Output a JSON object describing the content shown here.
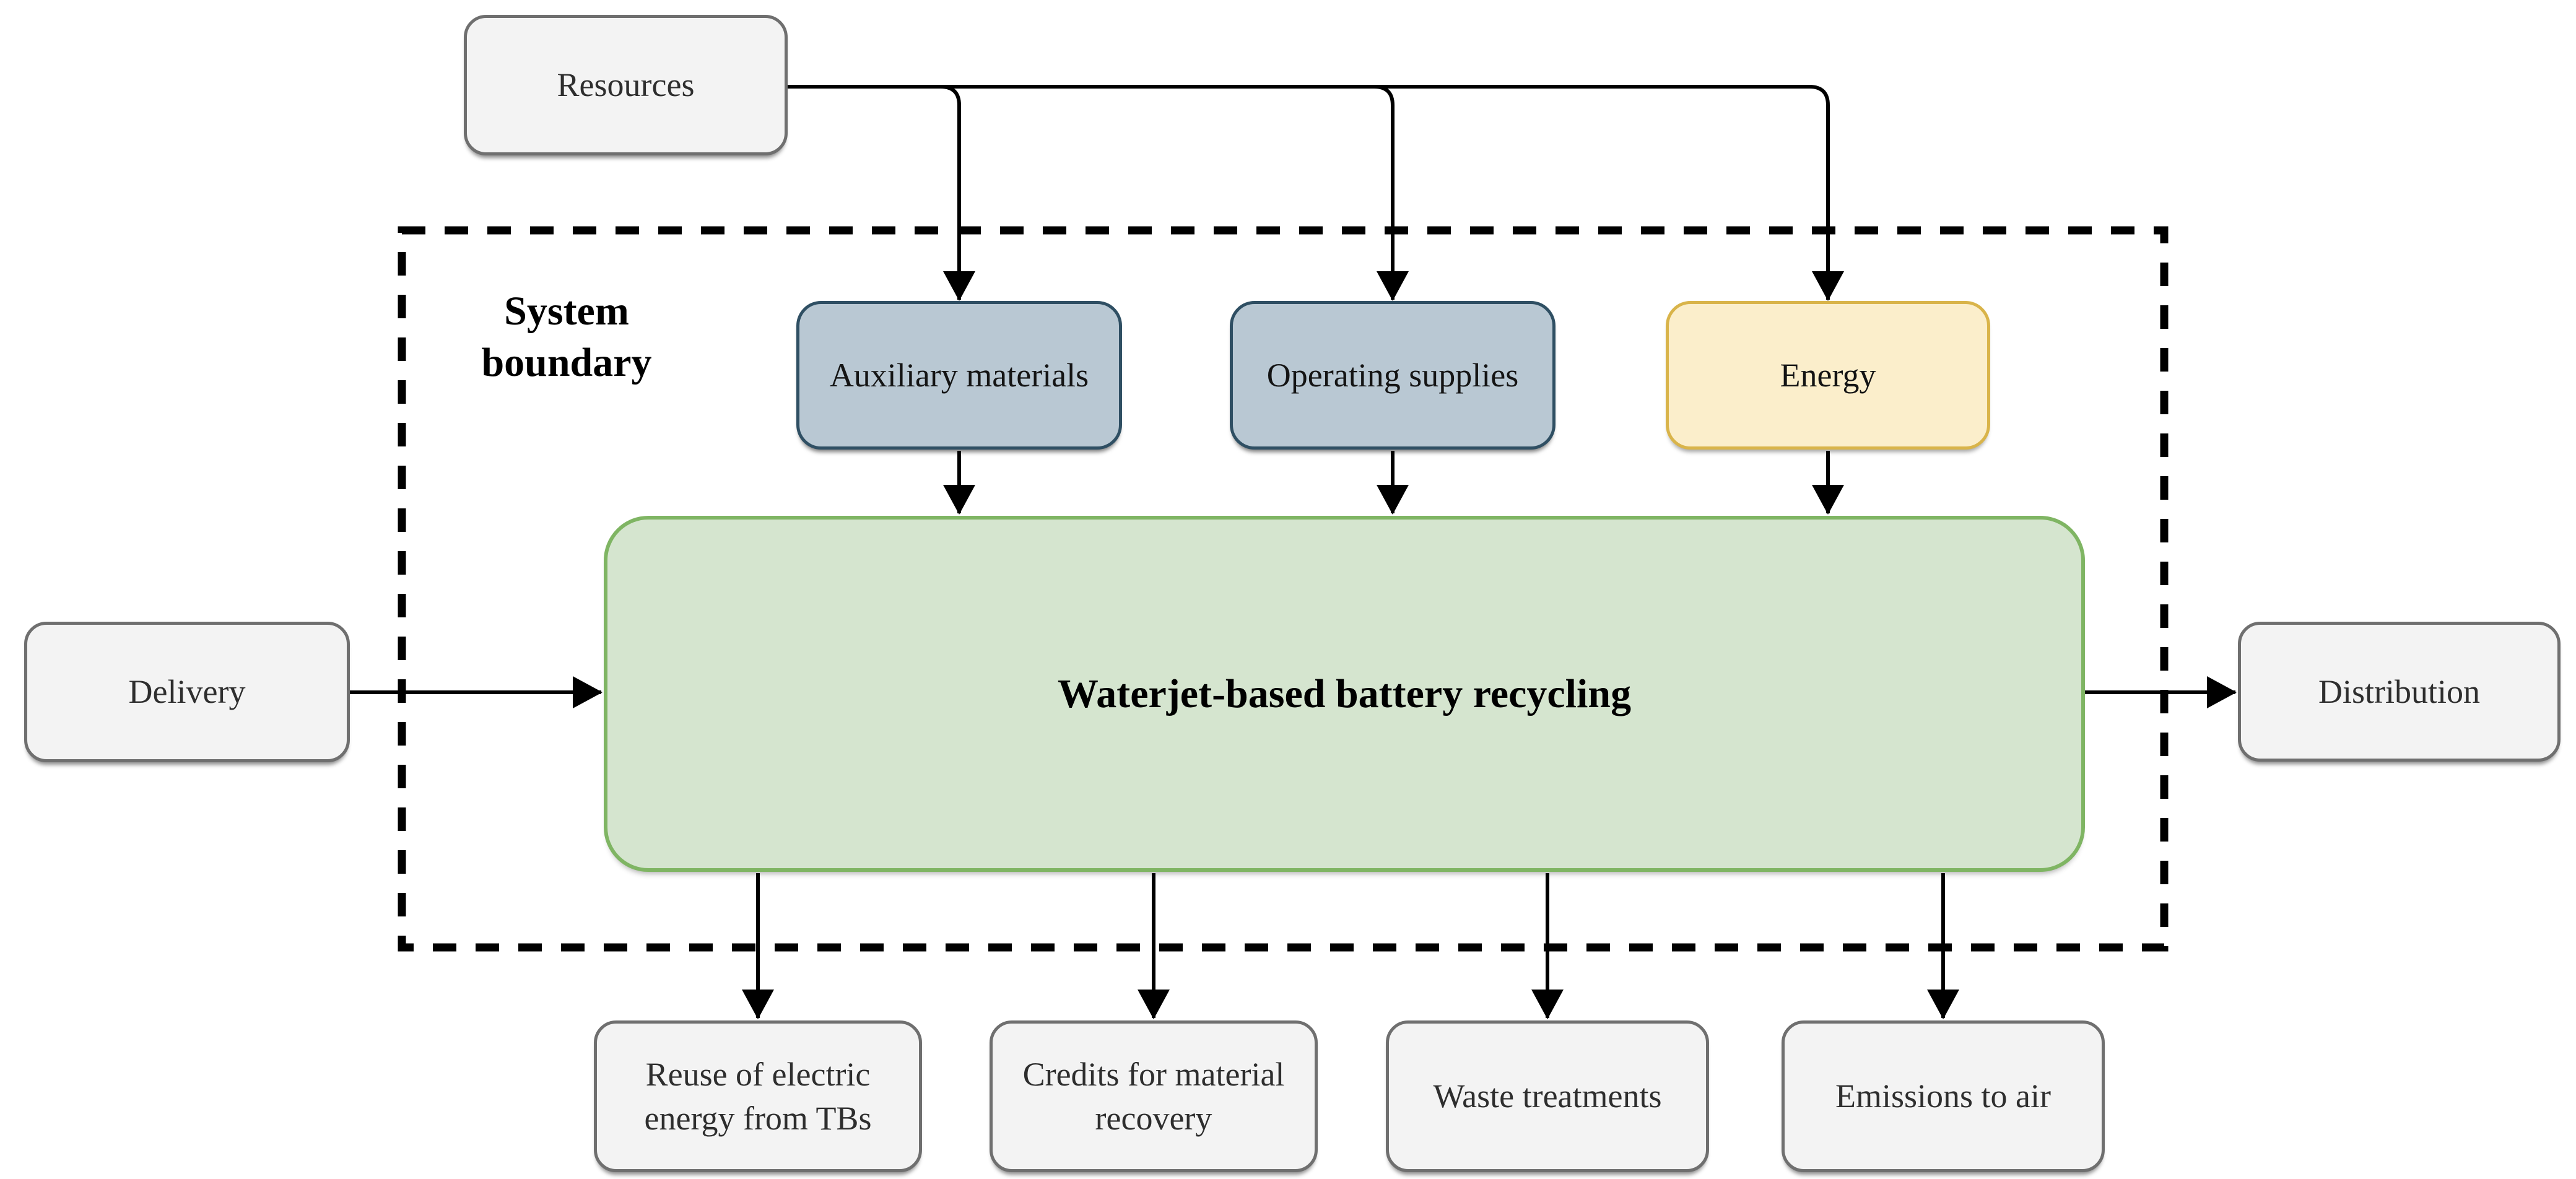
{
  "diagram": {
    "labels": {
      "system_boundary": "System\nboundary",
      "process_title": "Waterjet-based battery recycling"
    },
    "nodes": {
      "resources": "Resources",
      "auxiliary_materials": "Auxiliary materials",
      "operating_supplies": "Operating supplies",
      "energy": "Energy",
      "delivery": "Delivery",
      "distribution": "Distribution",
      "reuse_energy": "Reuse of electric\nenergy from TBs",
      "credits_recovery": "Credits for material\nrecovery",
      "waste_treatments": "Waste treatments",
      "emissions_air": "Emissions to air"
    },
    "edges": [
      {
        "from": "Resources",
        "to": "Auxiliary materials"
      },
      {
        "from": "Resources",
        "to": "Operating supplies"
      },
      {
        "from": "Resources",
        "to": "Energy"
      },
      {
        "from": "Auxiliary materials",
        "to": "Waterjet-based battery recycling"
      },
      {
        "from": "Operating supplies",
        "to": "Waterjet-based battery recycling"
      },
      {
        "from": "Energy",
        "to": "Waterjet-based battery recycling"
      },
      {
        "from": "Delivery",
        "to": "Waterjet-based battery recycling"
      },
      {
        "from": "Waterjet-based battery recycling",
        "to": "Distribution"
      },
      {
        "from": "Waterjet-based battery recycling",
        "to": "Reuse of electric energy from TBs"
      },
      {
        "from": "Waterjet-based battery recycling",
        "to": "Credits for material recovery"
      },
      {
        "from": "Waterjet-based battery recycling",
        "to": "Waste treatments"
      },
      {
        "from": "Waterjet-based battery recycling",
        "to": "Emissions to air"
      }
    ],
    "colors": {
      "canvas_bg": "#ffffff",
      "neutral_fill": "#f3f3f3",
      "neutral_border": "#6f6f6f",
      "neutral_text": "#2e2e2e",
      "input_fill": "#b9c8d3",
      "input_border": "#2f4f63",
      "energy_fill": "#fbeecb",
      "energy_border": "#d9b44a",
      "process_fill": "#d5e5cf",
      "process_border": "#7fb563",
      "dark_text": "#141414",
      "line_color": "#000000"
    }
  }
}
